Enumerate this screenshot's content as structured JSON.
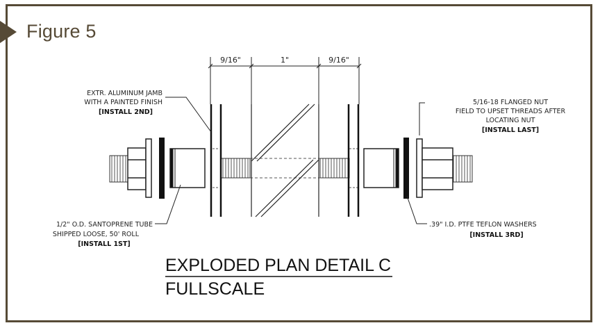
{
  "figure": {
    "title": "Figure 5"
  },
  "dimensions": {
    "left": "9/16\"",
    "middle": "1\"",
    "right": "9/16\""
  },
  "labels": {
    "jamb": {
      "line1": "EXTR. ALUMINUM JAMB",
      "line2": "WITH A PAINTED FINISH",
      "step": "[INSTALL 2ND]"
    },
    "nut": {
      "line1": "5/16-18 FLANGED NUT",
      "line2": "FIELD TO UPSET THREADS AFTER",
      "line3": "LOCATING NUT",
      "step": "[INSTALL LAST]"
    },
    "tube": {
      "line1": "1/2\" O.D. SANTOPRENE TUBE",
      "line2": "SHIPPED LOOSE, 50' ROLL",
      "step": "[INSTALL 1ST]"
    },
    "washers": {
      "line1": ".39\" I.D. PTFE TEFLON WASHERS",
      "step": "[INSTALL 3RD]"
    }
  },
  "detail": {
    "title": "EXPLODED PLAN DETAIL C",
    "scale": "FULLSCALE"
  },
  "colors": {
    "frame": "#564a36",
    "ink": "#222222"
  }
}
